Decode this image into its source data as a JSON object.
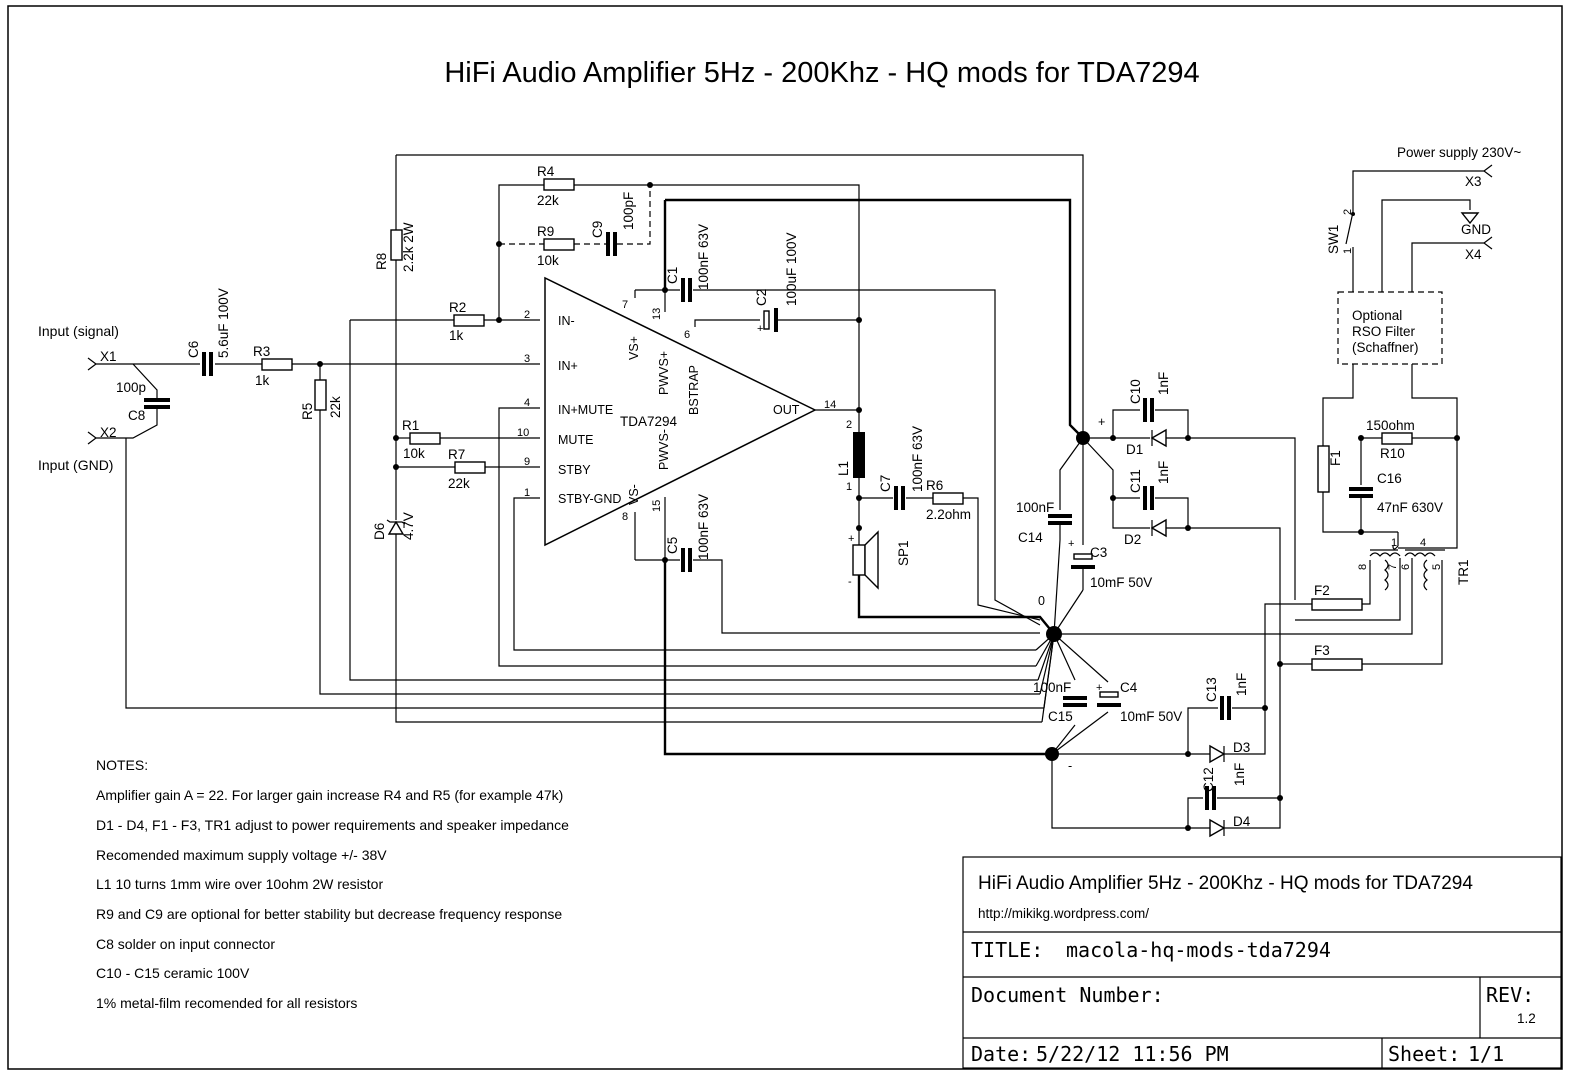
{
  "title": "HiFi Audio Amplifier 5Hz - 200Khz - HQ mods for TDA7294",
  "ic": {
    "name": "TDA7294",
    "pins": {
      "in_minus": "IN-",
      "in_plus": "IN+",
      "in_mute": "IN+MUTE",
      "mute": "MUTE",
      "stby": "STBY",
      "stby_gnd": "STBY-GND",
      "vs_plus": "VS+",
      "vs_minus": "VS-",
      "pwvs_plus": "PWVS+",
      "pwvs_minus": "PWVS-",
      "bstrap": "BSTRAP",
      "out": "OUT"
    },
    "pin_numbers": [
      "1",
      "2",
      "3",
      "4",
      "6",
      "7",
      "8",
      "9",
      "10",
      "13",
      "14",
      "15"
    ]
  },
  "labels": {
    "input_signal": "Input (signal)",
    "input_gnd": "Input (GND)",
    "power_supply": "Power supply 230V~",
    "gnd": "GND",
    "filter": [
      "Optional",
      "RSO Filter",
      "(Schaffner)"
    ],
    "star_node": "0",
    "plus": "+",
    "minus": "-"
  },
  "connectors": {
    "x1": "X1",
    "x2": "X2",
    "x3": "X3",
    "x4": "X4"
  },
  "components": {
    "R1": {
      "ref": "R1",
      "value": "10k"
    },
    "R2": {
      "ref": "R2",
      "value": "1k"
    },
    "R3": {
      "ref": "R3",
      "value": "1k"
    },
    "R4": {
      "ref": "R4",
      "value": "22k"
    },
    "R5": {
      "ref": "R5",
      "value": "22k"
    },
    "R6": {
      "ref": "R6",
      "value": "2.2ohm"
    },
    "R7": {
      "ref": "R7",
      "value": "22k"
    },
    "R8": {
      "ref": "R8",
      "value": "2.2k 2W"
    },
    "R9": {
      "ref": "R9",
      "value": "10k"
    },
    "R10": {
      "ref": "R10",
      "value": "150ohm"
    },
    "C1": {
      "ref": "C1",
      "value": "100nF 63V"
    },
    "C2": {
      "ref": "C2",
      "value": "100uF 100V"
    },
    "C3": {
      "ref": "C3",
      "value": "10mF 50V"
    },
    "C4": {
      "ref": "C4",
      "value": "10mF 50V"
    },
    "C5": {
      "ref": "C5",
      "value": "100nF 63V"
    },
    "C6": {
      "ref": "C6",
      "value": "5.6uF 100V"
    },
    "C7": {
      "ref": "C7",
      "value": "100nF 63V"
    },
    "C8": {
      "ref": "C8",
      "value": "100p"
    },
    "C9": {
      "ref": "C9",
      "value": "100pF"
    },
    "C10": {
      "ref": "C10",
      "value": "1nF"
    },
    "C11": {
      "ref": "C11",
      "value": "1nF"
    },
    "C12": {
      "ref": "C12",
      "value": "1nF"
    },
    "C13": {
      "ref": "C13",
      "value": "1nF"
    },
    "C14": {
      "ref": "C14",
      "value": "100nF"
    },
    "C15": {
      "ref": "C15",
      "value": "100nF"
    },
    "C16": {
      "ref": "C16",
      "value": "47nF 630V"
    },
    "D1": {
      "ref": "D1"
    },
    "D2": {
      "ref": "D2"
    },
    "D3": {
      "ref": "D3"
    },
    "D4": {
      "ref": "D4"
    },
    "D6": {
      "ref": "D6",
      "value": "4.7V"
    },
    "L1": {
      "ref": "L1"
    },
    "SP1": {
      "ref": "SP1"
    },
    "F1": {
      "ref": "F1"
    },
    "F2": {
      "ref": "F2"
    },
    "F3": {
      "ref": "F3"
    },
    "TR1": {
      "ref": "TR1",
      "pins": [
        "1",
        "4",
        "5",
        "6",
        "7",
        "8"
      ]
    },
    "SW1": {
      "ref": "SW1",
      "pins": [
        "1",
        "2"
      ]
    }
  },
  "notes": {
    "heading": "NOTES:",
    "items": [
      "Amplifier gain A = 22. For larger gain increase R4 and R5 (for example 47k)",
      "D1 - D4, F1 - F3, TR1 adjust to power requirements and speaker impedance",
      "Recomended maximum supply voltage +/- 38V",
      "L1 10 turns 1mm wire over 10ohm 2W resistor",
      "R9 and C9 are optional for better stability but decrease frequency response",
      "C8 solder on input connector",
      "C10 - C15 ceramic 100V",
      "1% metal-film recomended for all resistors"
    ]
  },
  "title_block": {
    "title": "HiFi Audio Amplifier 5Hz - 200Khz - HQ mods for TDA7294",
    "url": "http://mikikg.wordpress.com/",
    "title_label": "TITLE:",
    "title_value": "macola-hq-mods-tda7294",
    "doc_label": "Document Number:",
    "rev_label": "REV:",
    "rev_value": "1.2",
    "date_label": "Date:",
    "date_value": "5/22/12 11:56 PM",
    "sheet_label": "Sheet:",
    "sheet_value": "1/1"
  }
}
